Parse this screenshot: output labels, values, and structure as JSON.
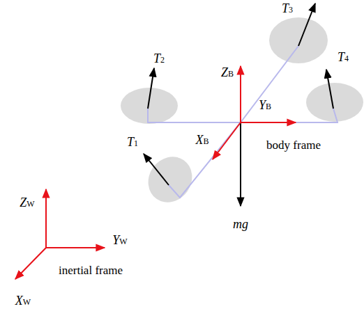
{
  "diagram": {
    "labels": [
      "T3",
      "T2",
      "T4",
      "ZB",
      "YB",
      "body frame",
      "T1",
      "XB",
      "mg",
      "ZW",
      "YW",
      "inertial frame",
      "XW"
    ]
  }
}
